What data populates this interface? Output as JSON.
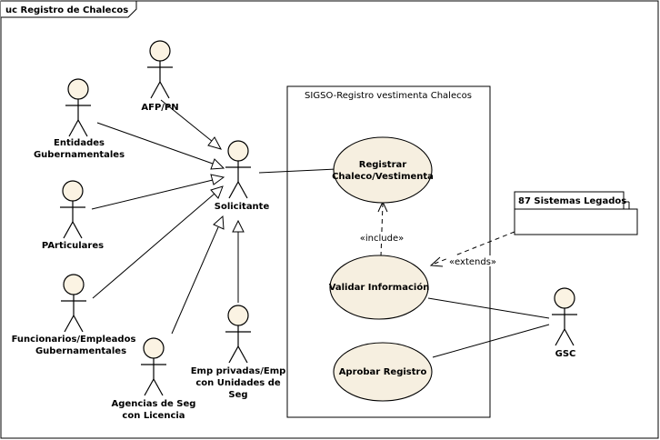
{
  "frame": {
    "title": "uc Registro de Chalecos"
  },
  "system_boundary": {
    "title": "SIGSO-Registro vestimenta Chalecos"
  },
  "actors": {
    "afp": {
      "label": "AFP/PN"
    },
    "entidades": {
      "line1": "Entidades",
      "line2": "Gubernamentales"
    },
    "particulares": {
      "label": "PArticulares"
    },
    "funcionarios": {
      "line1": "Funcionarios/Empleados",
      "line2": "Gubernamentales"
    },
    "agencias": {
      "line1": "Agencias de Seg",
      "line2": "con Licencia"
    },
    "emp_privadas": {
      "line1": "Emp privadas/Emp",
      "line2": "con Unidades de",
      "line3": "Seg"
    },
    "solicitante": {
      "label": "Solicitante"
    },
    "gsc": {
      "label": "GSC"
    }
  },
  "use_cases": {
    "registrar": {
      "line1": "Registrar",
      "line2": "Chaleco/Vestimenta"
    },
    "validar": {
      "label": "Validar Información"
    },
    "aprobar": {
      "label": "Aprobar Registro"
    }
  },
  "external": {
    "label": "87 Sistemas Legados"
  },
  "relations": {
    "include": "«include»",
    "extends": "«extends»"
  }
}
